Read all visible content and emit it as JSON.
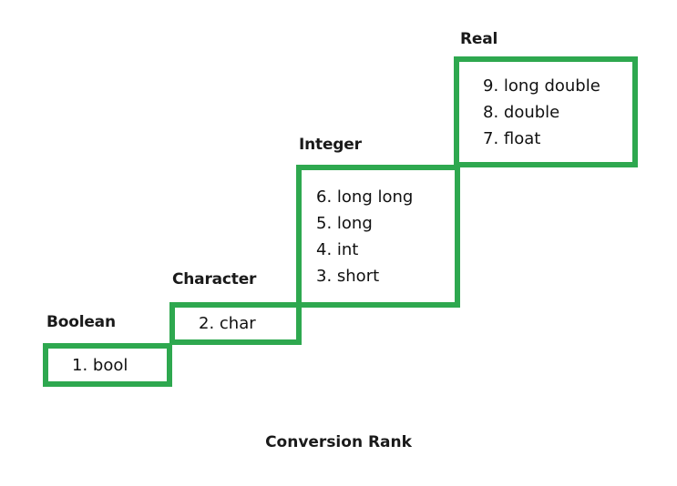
{
  "diagram": {
    "title": "Conversion Rank",
    "accent_color": "#2EA84F",
    "text_color": "#111111",
    "background_color": "#FFFFFF",
    "caption": "Conversion Rank",
    "groups": [
      {
        "label": "Boolean",
        "items": [
          "1. bool"
        ]
      },
      {
        "label": "Character",
        "items": [
          "2. char"
        ]
      },
      {
        "label": "Integer",
        "items": [
          "6. long long",
          "5. long",
          "4. int",
          "3. short"
        ]
      },
      {
        "label": "Real",
        "items": [
          "9. long double",
          "8. double",
          "7. float"
        ]
      }
    ]
  }
}
